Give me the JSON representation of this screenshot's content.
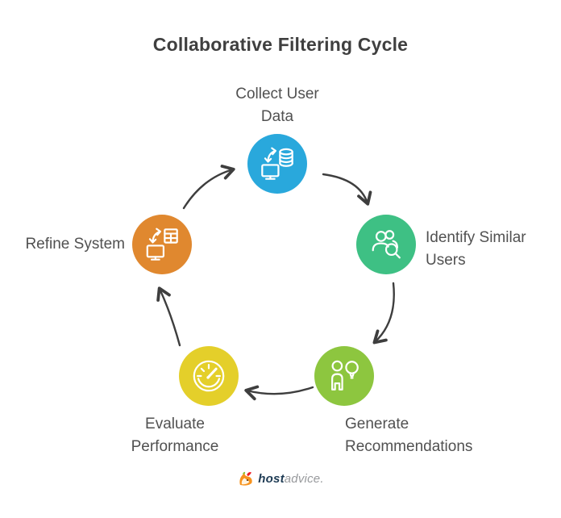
{
  "title": "Collaborative Filtering Cycle",
  "nodes": {
    "collect": {
      "line1": "Collect User",
      "line2": "Data",
      "color": "#29A8DC",
      "icon": "monitor-database-sync-icon"
    },
    "identify": {
      "line1": "Identify Similar",
      "line2": "Users",
      "color": "#3EC084",
      "icon": "users-search-icon"
    },
    "generate": {
      "line1": "Generate",
      "line2": "Recommendations",
      "color": "#8DC63F",
      "icon": "person-lightbulb-icon"
    },
    "evaluate": {
      "line1": "Evaluate",
      "line2": "Performance",
      "color": "#E4CF2A",
      "icon": "gauge-icon"
    },
    "refine": {
      "line1": "Refine System",
      "color": "#E0882F",
      "icon": "monitor-grid-sync-icon"
    }
  },
  "arrows": {
    "color": "#3E3E3E",
    "direction": "clockwise",
    "sequence": [
      "collect",
      "identify",
      "generate",
      "evaluate",
      "refine",
      "collect"
    ]
  },
  "footer": {
    "brand_bold": "host",
    "brand_light": "advice."
  }
}
